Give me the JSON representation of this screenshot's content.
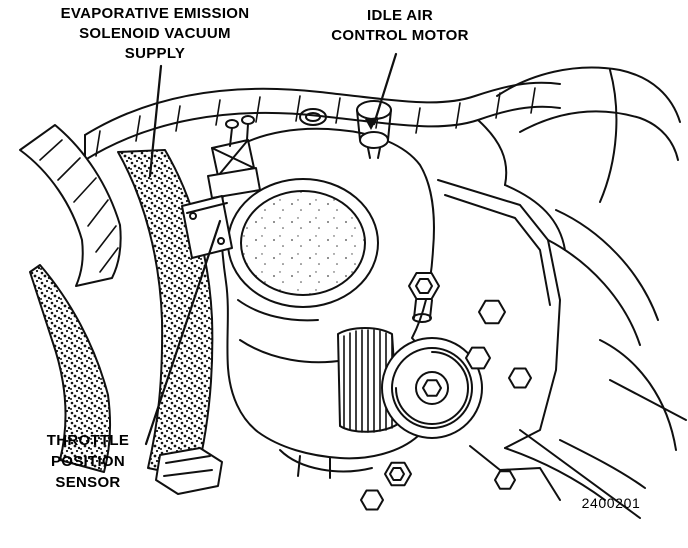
{
  "figure": {
    "ink_color": "#101010",
    "background_color": "#ffffff",
    "labels": {
      "evap": {
        "lines": [
          "EVAPORATIVE EMISSION",
          "SOLENOID VACUUM",
          "SUPPLY"
        ]
      },
      "iac": {
        "lines": [
          "IDLE AIR",
          "CONTROL MOTOR"
        ]
      },
      "tps": {
        "lines": [
          "THROTTLE",
          "POSITION",
          "SENSOR"
        ]
      }
    },
    "figure_number": "2400201"
  }
}
